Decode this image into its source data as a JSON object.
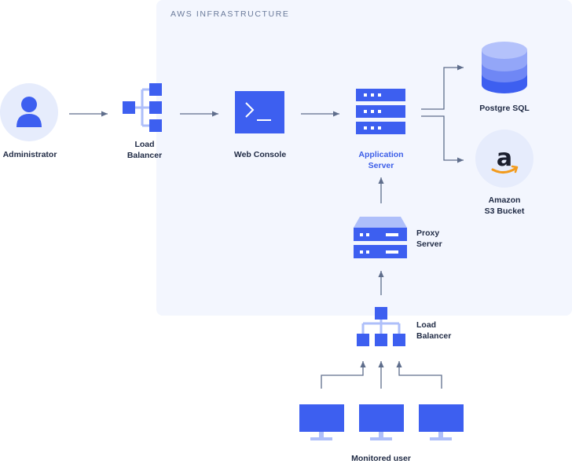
{
  "region": {
    "title": "AWS INFRASTRUCTURE"
  },
  "nodes": {
    "administrator": "Administrator",
    "load_balancer_top": "Load\nBalancer",
    "web_console": "Web Console",
    "application_server": "Application\nServer",
    "postgre_sql": "Postgre SQL",
    "amazon_s3": "Amazon\nS3 Bucket",
    "proxy_server": "Proxy\nServer",
    "load_balancer_bottom": "Load\nBalancer",
    "monitored_user": "Monitored user"
  },
  "colors": {
    "region_bg": "#f3f6fe",
    "primary": "#3d5ff0",
    "light": "#aebffa",
    "circle_bg": "#e6ecfc",
    "arrow": "#5f6e8c"
  }
}
